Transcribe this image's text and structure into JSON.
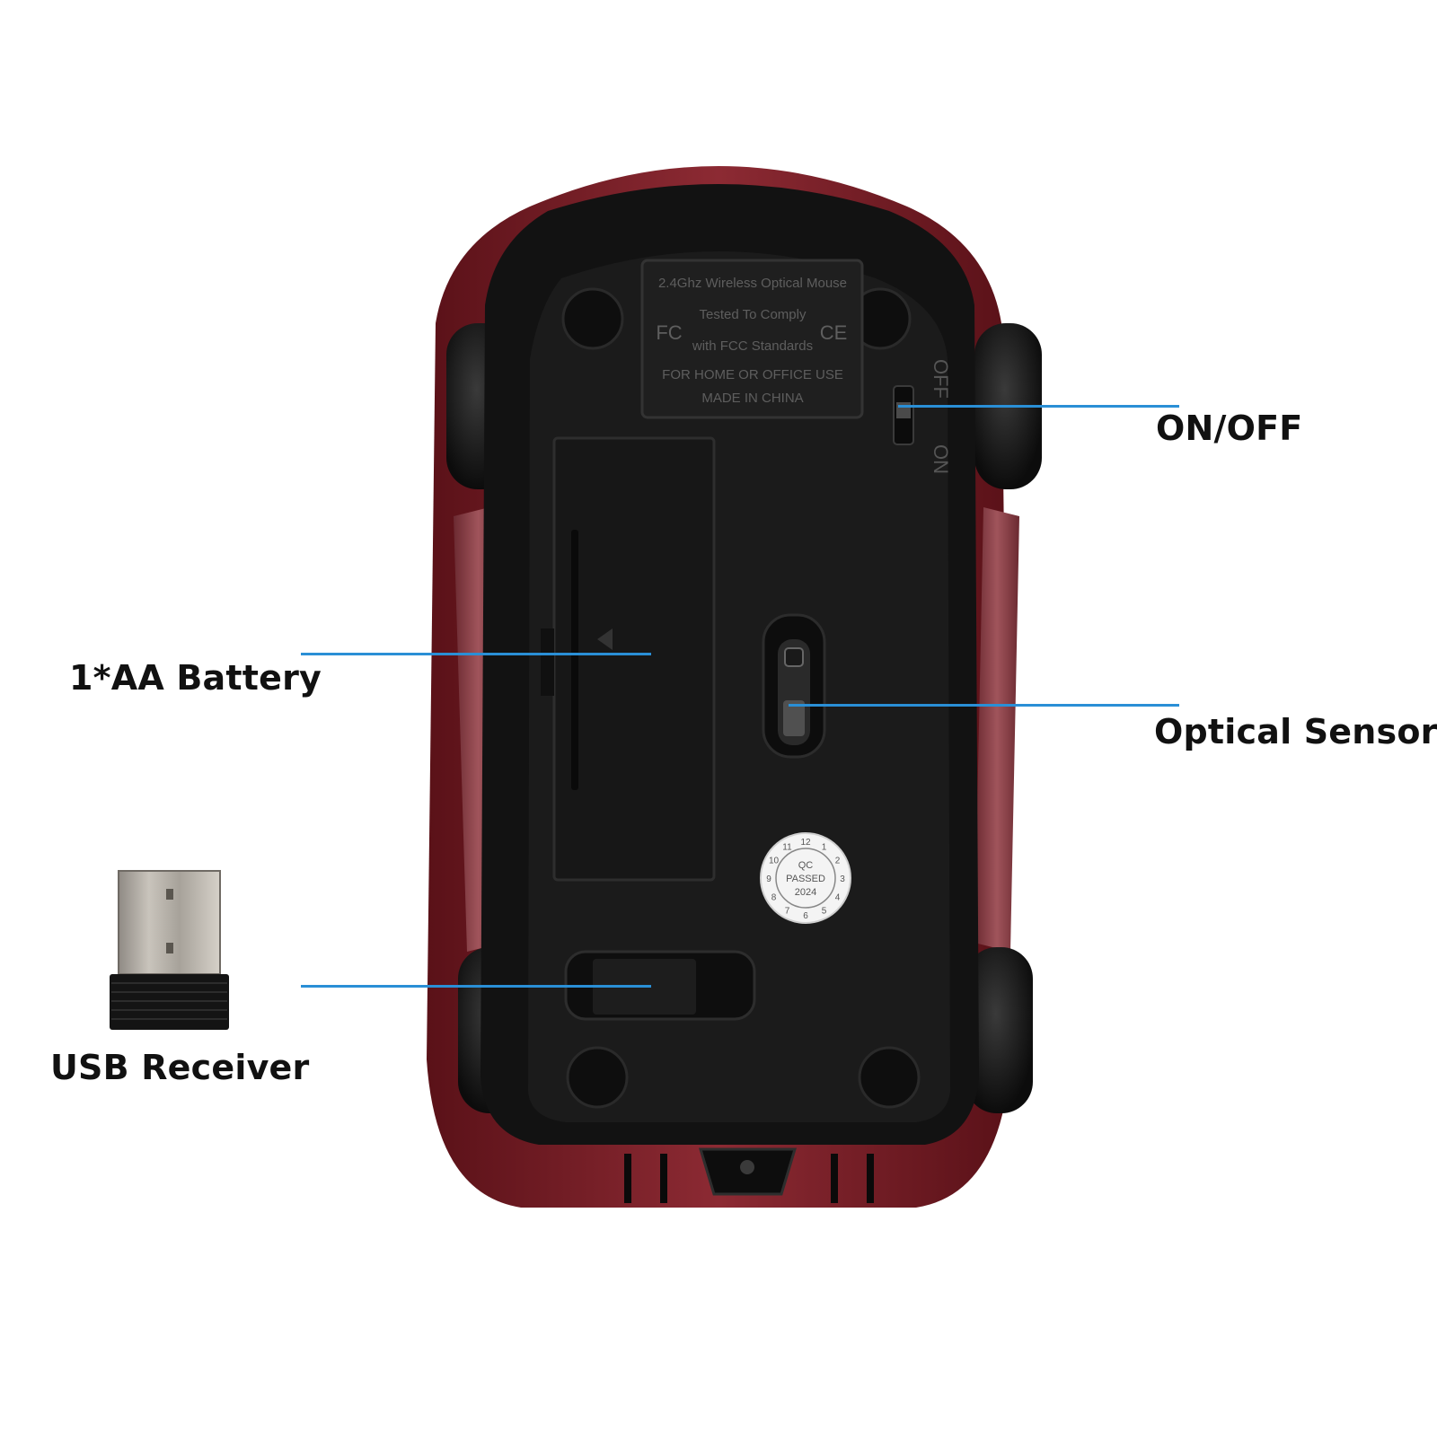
{
  "callouts": {
    "on_off": "ON/OFF",
    "battery": "1*AA Battery",
    "optical_sensor": "Optical Sensor",
    "usb_receiver": "USB Receiver"
  },
  "product_label": {
    "line1": "2.4Ghz Wireless Optical Mouse",
    "line2": "Tested To Comply",
    "line3": "with FCC Standards",
    "line4": "FOR HOME OR OFFICE USE",
    "line5": "MADE IN CHINA",
    "fc_mark": "FC",
    "ce_mark": "CE"
  },
  "switch_labels": {
    "off": "OFF",
    "on": "ON"
  },
  "qc_sticker": {
    "line1": "QC",
    "line2": "PASSED",
    "line3": "2024",
    "months": [
      "12",
      "1",
      "2",
      "3",
      "4",
      "5",
      "6",
      "7",
      "8",
      "9",
      "10",
      "11"
    ]
  },
  "colors": {
    "leader_line": "#2a8fd6",
    "shell_red": "#7a1e26",
    "base_black": "#151515"
  }
}
